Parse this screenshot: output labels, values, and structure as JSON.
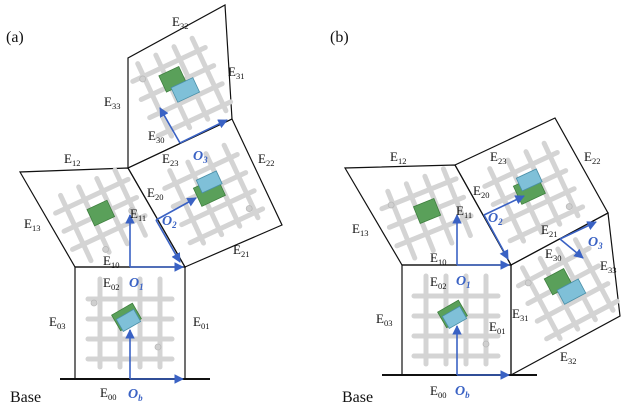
{
  "panels": {
    "a": "(a)",
    "b": "(b)"
  },
  "base_label": "Base",
  "edge_labels": {
    "a": {
      "E00": [
        "E",
        "00"
      ],
      "E01": [
        "E",
        "01"
      ],
      "E02": [
        "E",
        "02"
      ],
      "E03": [
        "E",
        "03"
      ],
      "E10": [
        "E",
        "10"
      ],
      "E11": [
        "E",
        "11"
      ],
      "E12": [
        "E",
        "12"
      ],
      "E13": [
        "E",
        "13"
      ],
      "E20": [
        "E",
        "20"
      ],
      "E21": [
        "E",
        "21"
      ],
      "E22": [
        "E",
        "22"
      ],
      "E23": [
        "E",
        "23"
      ],
      "E30": [
        "E",
        "30"
      ],
      "E31": [
        "E",
        "31"
      ],
      "E32": [
        "E",
        "32"
      ],
      "E33": [
        "E",
        "33"
      ]
    },
    "b": {
      "E00": [
        "E",
        "00"
      ],
      "E01": [
        "E",
        "01"
      ],
      "E02": [
        "E",
        "02"
      ],
      "E03": [
        "E",
        "03"
      ],
      "E10": [
        "E",
        "10"
      ],
      "E11": [
        "E",
        "11"
      ],
      "E12": [
        "E",
        "12"
      ],
      "E13": [
        "E",
        "13"
      ],
      "E20": [
        "E",
        "20"
      ],
      "E21": [
        "E",
        "21"
      ],
      "E22": [
        "E",
        "22"
      ],
      "E23": [
        "E",
        "23"
      ],
      "E30": [
        "E",
        "30"
      ],
      "E31": [
        "E",
        "31"
      ],
      "E32": [
        "E",
        "32"
      ],
      "E33": [
        "E",
        "33"
      ]
    }
  },
  "frames": {
    "Ob": [
      "O",
      "b"
    ],
    "O1": [
      "O",
      "1"
    ],
    "O2": [
      "O",
      "2"
    ],
    "O3": [
      "O",
      "3"
    ]
  },
  "colors": {
    "axis": "#3a62c4",
    "strut": "#d4d4d4",
    "pcb": "#5aa05a",
    "battery": "#7fc0d8"
  },
  "icons": [
    "lattice-module",
    "circuit-board",
    "battery-pack",
    "coordinate-frame-arrow"
  ]
}
